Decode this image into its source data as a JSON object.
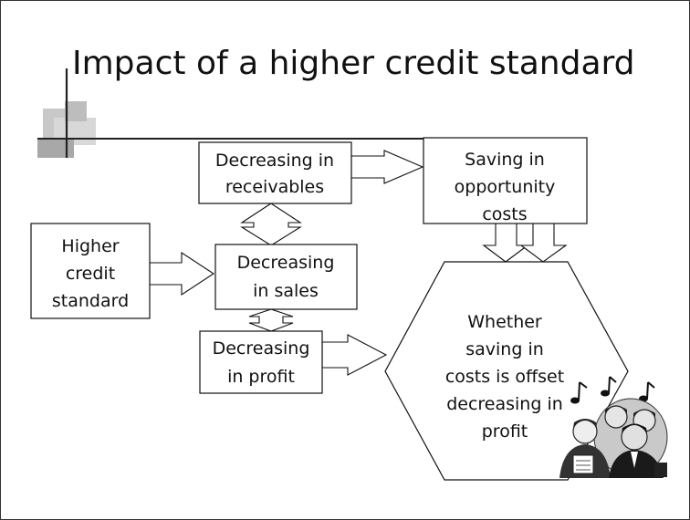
{
  "slide": {
    "title": "Impact of a higher credit standard"
  },
  "diagram": {
    "nodes": {
      "higher_credit_standard": [
        "Higher",
        "credit",
        "standard"
      ],
      "decreasing_receivables": [
        "Decreasing in",
        "receivables"
      ],
      "decreasing_sales": [
        "Decreasing",
        "in sales"
      ],
      "decreasing_profit": [
        "Decreasing",
        "in profit"
      ],
      "saving_opportunity": [
        "Saving in",
        "opportunity",
        "costs"
      ],
      "whether_offset": [
        "Whether",
        "saving in",
        "costs is offset",
        "decreasing in",
        "profit"
      ]
    }
  },
  "decorations": {
    "clipart": "business-people-singing-clipart",
    "corner_mark": "crosshair-decoration"
  }
}
